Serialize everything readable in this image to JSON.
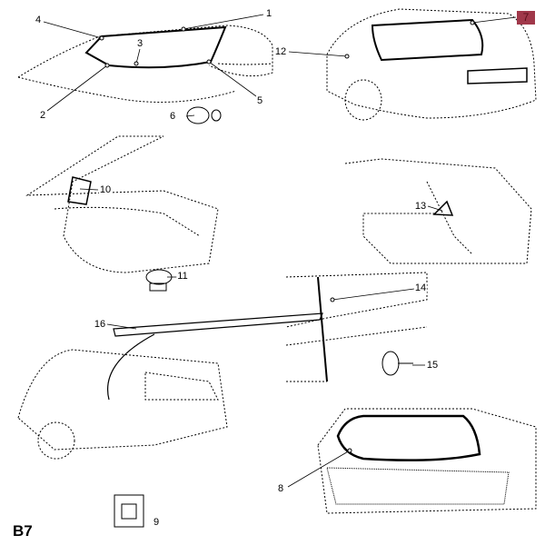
{
  "page_code": "B7",
  "highlighted_label": "7",
  "highlight_color": "#a0384a",
  "callouts": [
    "1",
    "2",
    "3",
    "4",
    "5",
    "6",
    "8",
    "9",
    "10",
    "11",
    "12",
    "13",
    "14",
    "15",
    "16"
  ]
}
